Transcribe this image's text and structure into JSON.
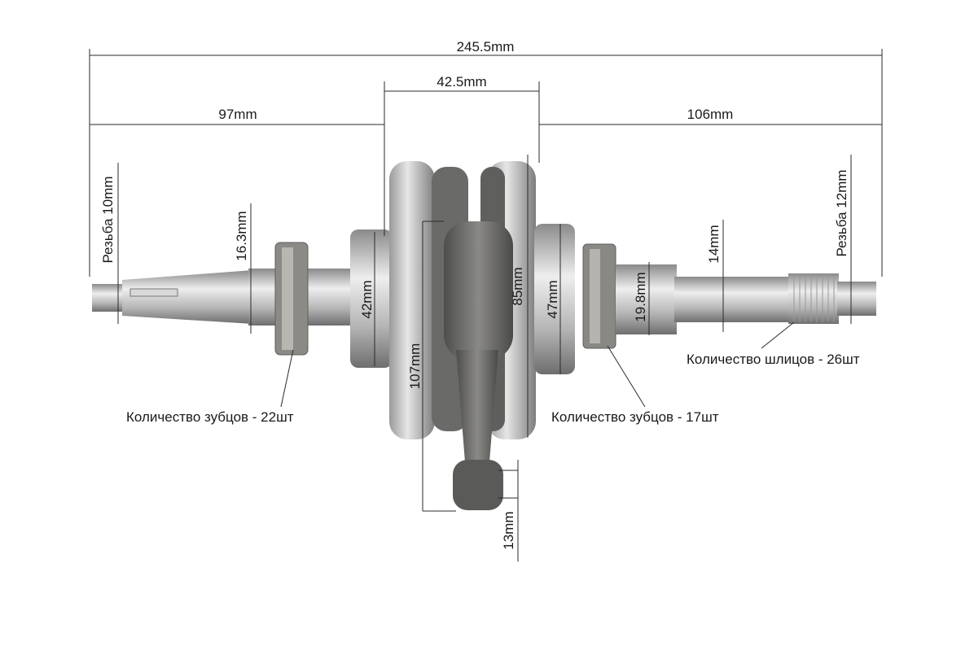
{
  "dimensions": {
    "overall_length": "245.5mm",
    "web_width": "42.5mm",
    "left_shaft_length": "97mm",
    "right_shaft_length": "106mm",
    "left_thread": "Резьба 10mm",
    "left_shaft_diameter": "16.3mm",
    "left_bearing_diameter": "42mm",
    "rod_length": "107mm",
    "web_diameter": "85mm",
    "right_bearing_diameter": "47mm",
    "right_gear_shaft_diameter": "19.8mm",
    "right_shaft_diameter": "14mm",
    "right_thread": "Резьба 12mm",
    "small_end_diameter": "13mm"
  },
  "callouts": {
    "left_gear_teeth": "Количество зубцов - 22шт",
    "right_gear_teeth": "Количество зубцов - 17шт",
    "spline_count": "Количество шлицов - 26шт"
  },
  "colors": {
    "metal_light": "#c9c9c9",
    "metal_dark": "#6b6b6b",
    "rod": "#5a5a58"
  }
}
